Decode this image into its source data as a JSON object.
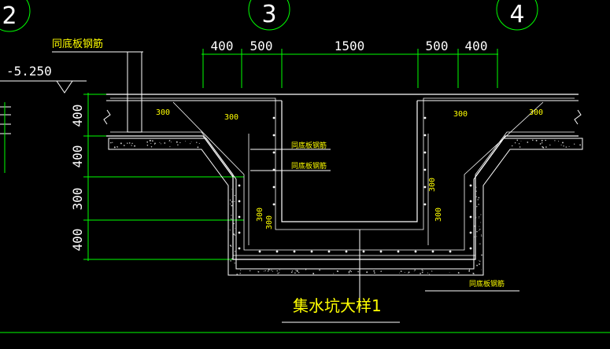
{
  "colors": {
    "background": "#000000",
    "structure": "#ffffff",
    "dimension": "#00ff00",
    "text": "#ffff00",
    "hatch": "#c8c8c8",
    "leader": "#ffffff"
  },
  "axis_markers": [
    "2",
    "3",
    "4"
  ],
  "elevation": "-5.250",
  "top_dimensions": [
    "400",
    "500",
    "1500",
    "500",
    "400"
  ],
  "left_dimensions": [
    "400",
    "400",
    "300",
    "400"
  ],
  "section_labels": {
    "left_slope_a": "300",
    "left_slope_b": "300",
    "right_slope_a": "300",
    "right_slope_b": "300",
    "wall_left_a": "300",
    "wall_left_b": "300",
    "wall_right": "300",
    "wall_right_b": "300"
  },
  "rebar_notes": {
    "top_left": "同底板钢筋",
    "inner_1": "同底板钢筋",
    "inner_2": "同底板钢筋",
    "bottom_right": "同底板钢筋"
  },
  "title": "集水坑大样1",
  "icons": {
    "elevation_marker": "elevation-triangle-icon",
    "break_line": "break-line-icon"
  }
}
